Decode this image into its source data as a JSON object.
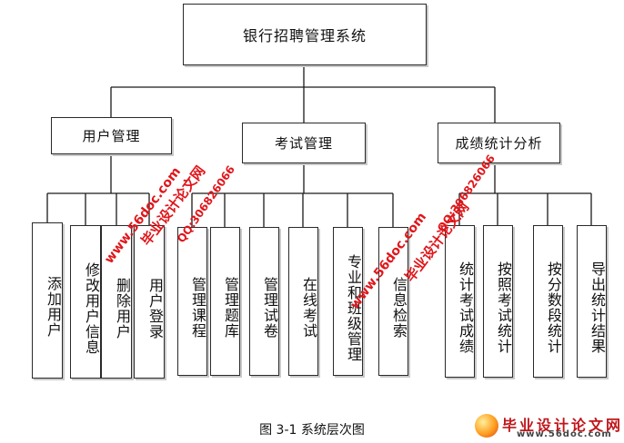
{
  "diagram": {
    "root": "银行招聘管理系统",
    "branches": [
      {
        "label": "用户管理",
        "children": [
          "添加用户",
          "修改用户信息",
          "删除用户",
          "用户登录"
        ]
      },
      {
        "label": "考试管理",
        "children": [
          "管理课程",
          "管理题库",
          "管理试卷",
          "在线考试",
          "专业和班级管理",
          "信息检索"
        ]
      },
      {
        "label": "成绩统计分析",
        "children": [
          "统计考试成绩",
          "按照考试统计",
          "按分数段统计",
          "导出统计结果"
        ]
      }
    ],
    "caption": "图 3-1 系统层次图"
  },
  "watermarks": {
    "site_name": "毕业设计论文网",
    "url": "www.56doc.com",
    "qq": "QQ:306826066",
    "logo_text": "毕业设计论文网",
    "logo_url": "www.56doc.com"
  },
  "colors": {
    "watermark": "#e0161b",
    "box_border": "#2a2a2a",
    "line": "#1a1a1a"
  }
}
